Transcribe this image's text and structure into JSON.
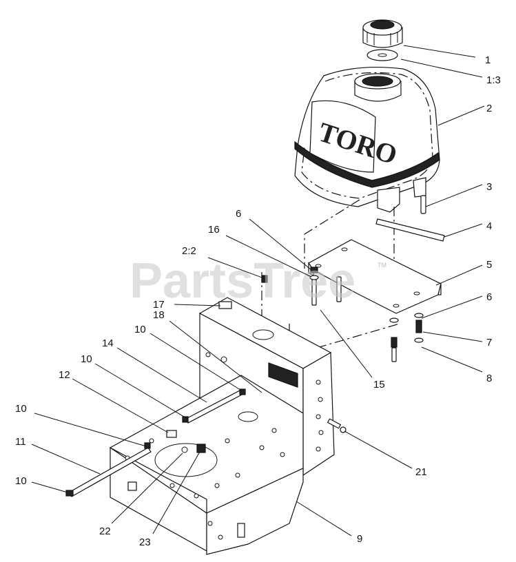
{
  "diagram": {
    "watermark": "PartsTree",
    "watermark_mark": "TM",
    "tank_brand": "TORO",
    "callouts": [
      "1",
      "1:3",
      "2",
      "3",
      "4",
      "5",
      "6",
      "16",
      "2:2",
      "17",
      "18",
      "10",
      "14",
      "10",
      "12",
      "10",
      "11",
      "10",
      "6",
      "7",
      "8",
      "15",
      "21",
      "22",
      "23",
      "9"
    ]
  }
}
